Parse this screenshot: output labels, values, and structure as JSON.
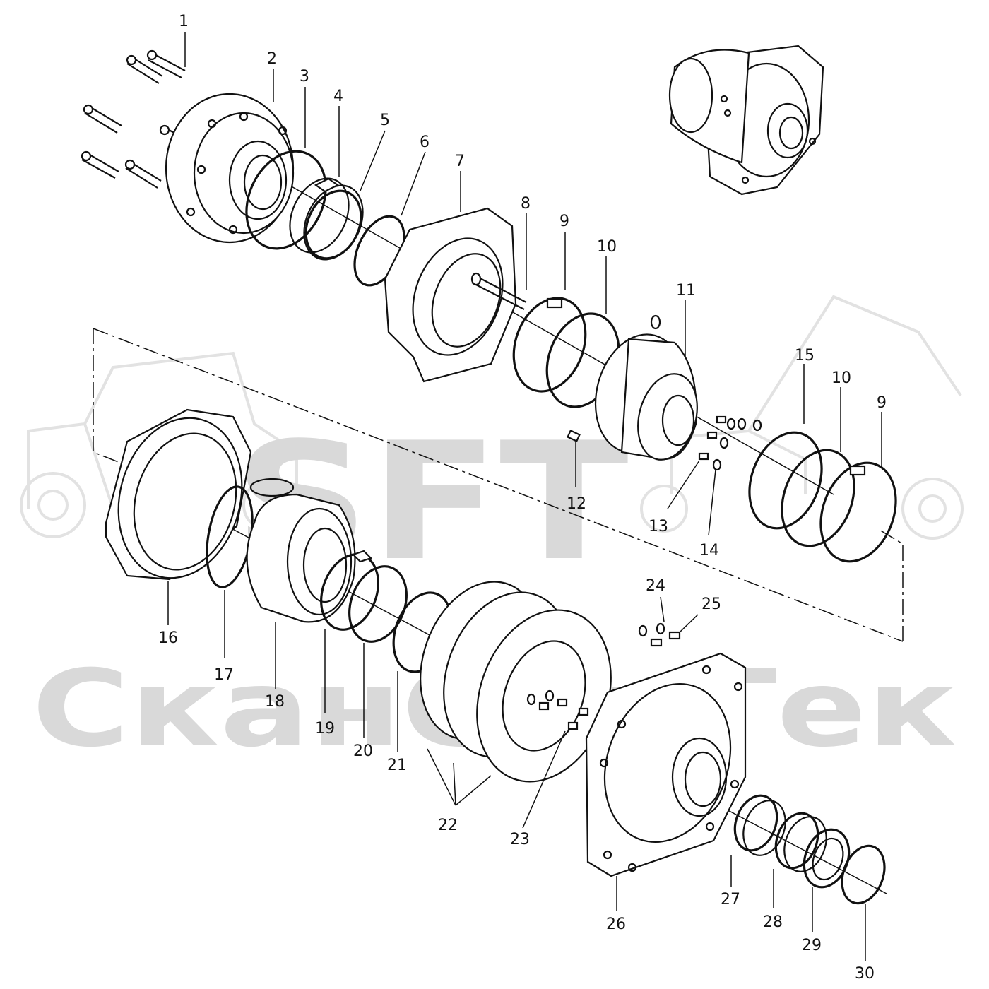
{
  "watermark": {
    "logo_text": "SFT",
    "brand_text": "СканСорТек",
    "color": "#d9d9d9"
  },
  "callouts": [
    "1",
    "2",
    "3",
    "4",
    "5",
    "6",
    "7",
    "8",
    "9",
    "10",
    "11",
    "12",
    "13",
    "14",
    "15",
    "10",
    "9",
    "16",
    "17",
    "18",
    "19",
    "20",
    "21",
    "22",
    "23",
    "24",
    "25",
    "26",
    "27",
    "28",
    "29",
    "30"
  ],
  "colors": {
    "ink": "#111111",
    "background": "#ffffff"
  }
}
